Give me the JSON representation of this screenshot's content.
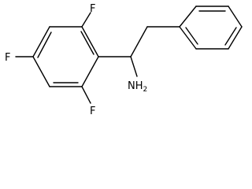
{
  "molecule": {
    "atoms": {
      "f_top": "F",
      "f_left": "F",
      "f_bottom": "F",
      "amine_main": "NH",
      "amine_sub": "2"
    }
  }
}
